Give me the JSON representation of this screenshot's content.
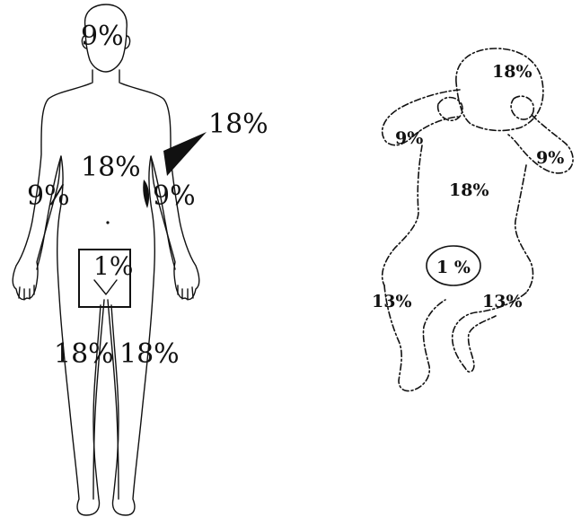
{
  "adult": {
    "head": "9%",
    "trunk_front": "18%",
    "trunk_back": "18%",
    "left_arm": "9%",
    "right_arm": "9%",
    "perineum": "1%",
    "left_leg": "18%",
    "right_leg": "18%"
  },
  "infant": {
    "head": "18%",
    "left_arm": "9%",
    "right_arm": "9%",
    "trunk": "18%",
    "perineum": "1 %",
    "left_leg": "13%",
    "right_leg": "13%"
  }
}
